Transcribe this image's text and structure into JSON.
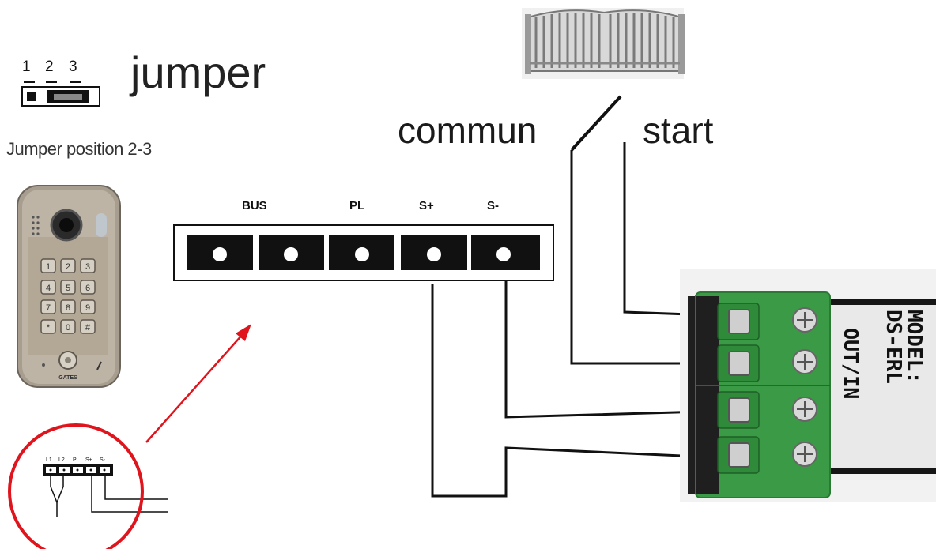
{
  "title": "jumper",
  "jumper": {
    "pins": [
      "1",
      "2",
      "3"
    ],
    "position_text": "Jumper position 2-3"
  },
  "wire_labels": {
    "commun": "commun",
    "start": "start"
  },
  "terminal_block": {
    "labels": [
      "BUS",
      "PL",
      "S+",
      "S-"
    ]
  },
  "mini_terminal": {
    "labels": [
      "L1",
      "L2",
      "PL",
      "S+",
      "S-"
    ]
  },
  "keypad": {
    "keys": [
      "1",
      "2",
      "3",
      "4",
      "5",
      "6",
      "7",
      "8",
      "9",
      "*",
      "0",
      "#"
    ],
    "brand": "GATES"
  },
  "relay_module": {
    "model_line1": "MODEL:",
    "model_line2": "DS-ERL",
    "io_label": "OUT/IN"
  },
  "colors": {
    "terminal_green": "#3a9a45",
    "highlight_red": "#e0141c",
    "wire": "#111111"
  }
}
